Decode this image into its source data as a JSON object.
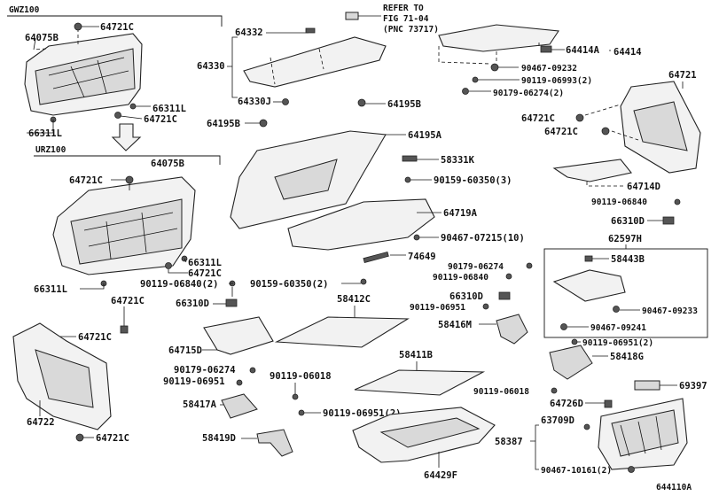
{
  "variants": {
    "gwz": "GWZ100",
    "urz": "URZ100"
  },
  "refer": [
    "REFER TO",
    "FIG 71-04",
    "(PNC 73717)"
  ],
  "diagram_id": "644110A",
  "labels": {
    "p64721c_a": "64721C",
    "p64075b_a": "64075B",
    "p66311l_a": "66311L",
    "p64721c_b": "64721C",
    "p66311l_b": "66311L",
    "p64721c_c": "64721C",
    "p64075b_b": "64075B",
    "p66311l_c": "66311L",
    "p64721c_d": "64721C",
    "p66311l_d": "66311L",
    "p90119_06840_2": "90119-06840(2)",
    "p66310d_a": "66310D",
    "p64721c_e": "64721C",
    "p64721c_f": "64721C",
    "p64715d": "64715D",
    "p64722": "64722",
    "p64721c_g": "64721C",
    "p64332": "64332",
    "p64330": "64330",
    "p64330j": "64330J",
    "p64195b_a": "64195B",
    "p64195b_b": "64195B",
    "p64195a": "64195A",
    "p58331k": "58331K",
    "p90159_60350_3": "90159-60350(3)",
    "p64719a": "64719A",
    "p90467_07215_10": "90467-07215(10)",
    "p74649": "74649",
    "p90159_60350_2": "90159-60350(2)",
    "p58412c": "58412C",
    "p58411b": "58411B",
    "p90179_06274_a": "90179-06274",
    "p90119_06951_a": "90119-06951",
    "p58417a": "58417A",
    "p90119_06018_a": "90119-06018",
    "p90119_06951_2a": "90119-06951(2)",
    "p58419d": "58419D",
    "p64429f": "64429F",
    "p64414a": "64414A",
    "p64414": "64414",
    "p90467_09232": "90467-09232",
    "p90119_06993_2": "90119-06993(2)",
    "p90179_06274_2": "90179-06274(2)",
    "p64721": "64721",
    "p64721c_h": "64721C",
    "p64721c_i": "64721C",
    "p64714d": "64714D",
    "p90119_06840_b": "90119-06840",
    "p66310d_b": "66310D",
    "p62597h": "62597H",
    "p58443b": "58443B",
    "p90467_09233": "90467-09233",
    "p90467_09241": "90467-09241",
    "p90179_06274_b": "90179-06274",
    "p90119_06840_c": "90119-06840",
    "p66310d_c": "66310D",
    "p90119_06951_b": "90119-06951",
    "p58416m": "58416M",
    "p90119_06951_2b": "90119-06951(2)",
    "p58418g": "58418G",
    "p90119_06018_b": "90119-06018",
    "p69397": "69397",
    "p64726d": "64726D",
    "p63709d": "63709D",
    "p58387": "58387",
    "p90467_10161_2": "90467-10161(2)"
  },
  "colors": {
    "line": "#111111",
    "part_fill": "#f2f2f2",
    "part_shade": "#d9d9d9"
  }
}
